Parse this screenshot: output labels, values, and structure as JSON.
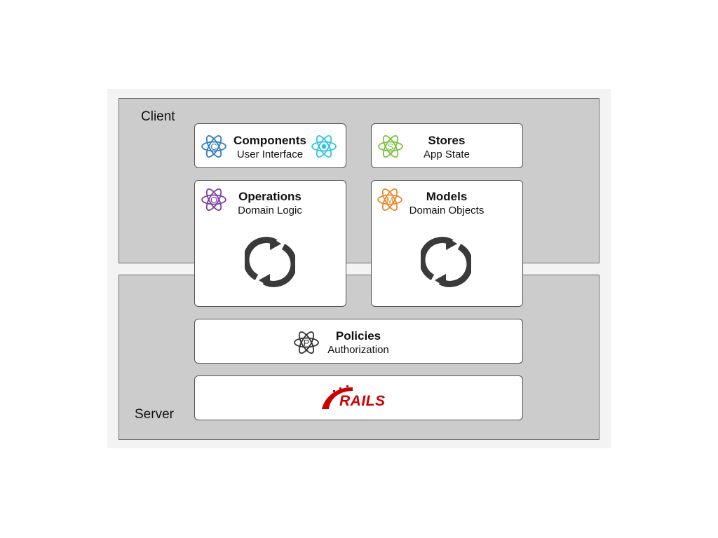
{
  "zones": {
    "client": "Client",
    "server": "Server"
  },
  "boxes": {
    "components": {
      "title": "Components",
      "subtitle": "User Interface",
      "icon_letter": "C",
      "icon_color": "#2e7fbf"
    },
    "stores": {
      "title": "Stores",
      "subtitle": "App State",
      "icon_letter": "S",
      "icon_color": "#7bc143"
    },
    "operations": {
      "title": "Operations",
      "subtitle": "Domain Logic",
      "icon_letter": "O",
      "icon_color": "#7d3fa3"
    },
    "models": {
      "title": "Models",
      "subtitle": "Domain Objects",
      "icon_letter": "M",
      "icon_color": "#e8892b"
    },
    "policies": {
      "title": "Policies",
      "subtitle": "Authorization",
      "icon_letter": "P",
      "icon_color": "#333333"
    },
    "rails": {
      "logo_text": "RAILS",
      "logo_color": "#cc0000"
    }
  },
  "react_icon_color": "#2ec2e8",
  "cycle_icon_color": "#3a3a3a"
}
